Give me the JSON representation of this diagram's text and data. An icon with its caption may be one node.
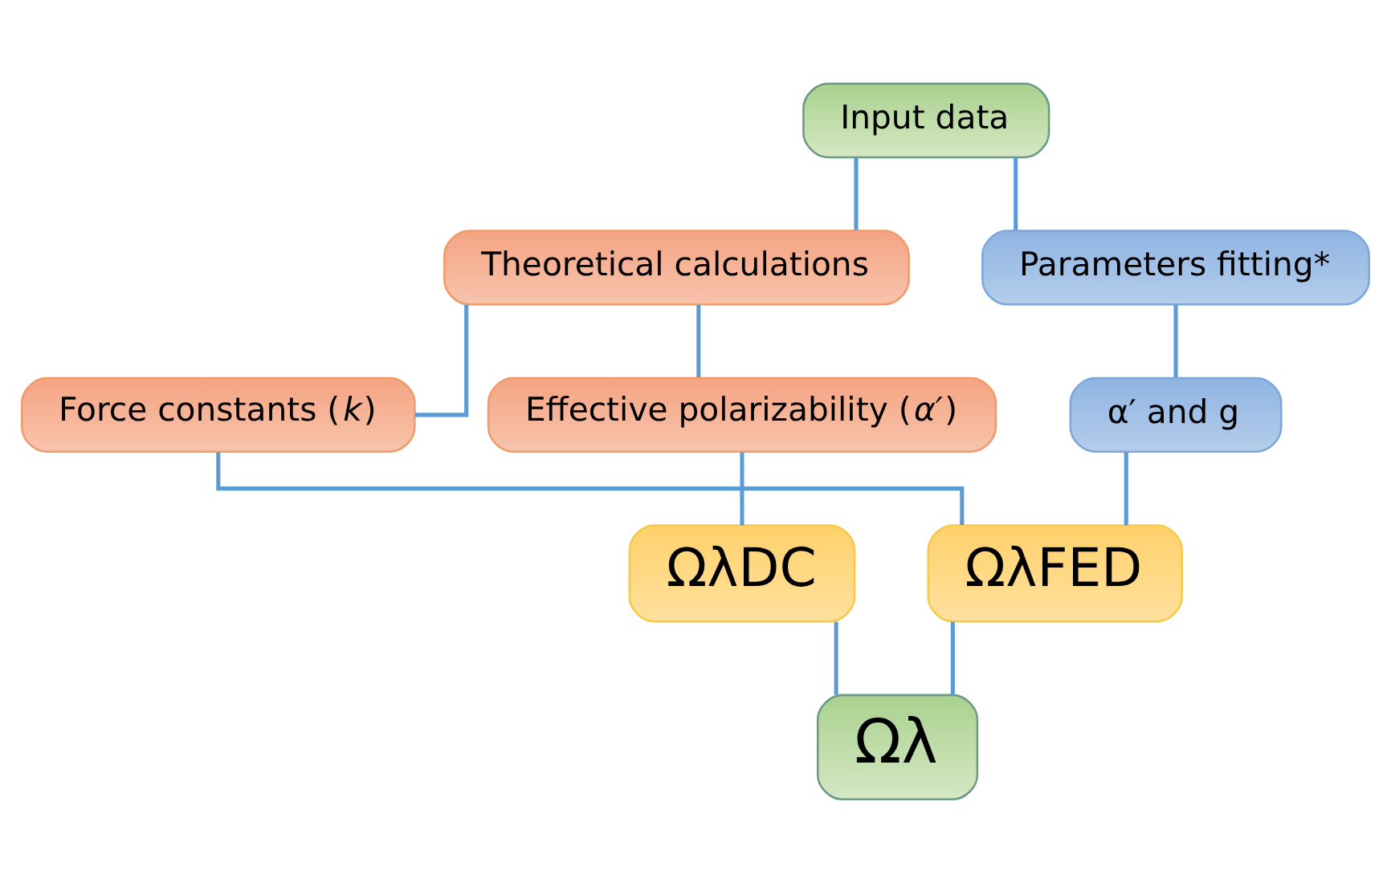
{
  "diagram": {
    "nodes": [
      {
        "text": [
          "Input data"
        ]
      },
      {
        "text": [
          "Theoretical calculations"
        ]
      },
      {
        "text": [
          "Parameters fitting*"
        ]
      },
      {
        "text": [
          "Force constants (*k*)"
        ]
      },
      {
        "text": [
          "Effective polarizability (*α′*)"
        ]
      },
      {
        "text": [
          "α′ and g"
        ]
      },
      {
        "text": [
          "ΩλFED"
        ]
      },
      {
        "text": [
          "ΩλDC"
        ]
      },
      {
        "text": [
          "Ωλ"
        ]
      }
    ],
    "edges": [
      {
        "from": 0,
        "to": 1,
        "arrow": "none"
      },
      {
        "from": 0,
        "to": 2,
        "arrow": "none"
      },
      {
        "from": 1,
        "to": 3,
        "arrow": "none"
      },
      {
        "from": 1,
        "to": 4,
        "arrow": "none"
      },
      {
        "from": 2,
        "to": 5,
        "arrow": "none"
      },
      {
        "from": 3,
        "to": 6,
        "arrow": "none"
      },
      {
        "from": 4,
        "to": 7,
        "arrow": "none"
      },
      {
        "from": 5,
        "to": 6,
        "arrow": "none"
      },
      {
        "from": 6,
        "to": 8,
        "arrow": "none"
      },
      {
        "from": 7,
        "to": 8,
        "arrow": "none"
      }
    ]
  }
}
